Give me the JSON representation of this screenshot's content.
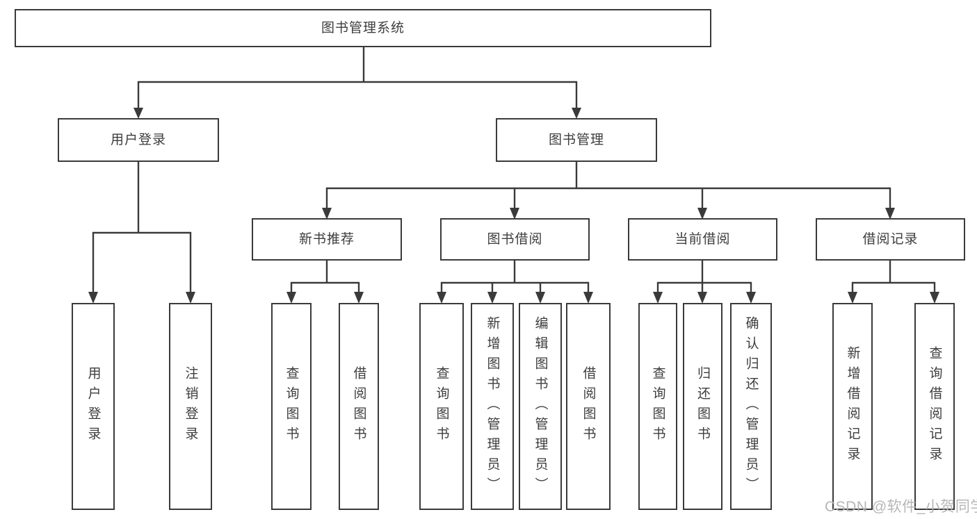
{
  "diagram": {
    "type": "hierarchy-tree",
    "title": "图书管理系统",
    "watermark": "CSDN @软件_小贺同学",
    "colors": {
      "line": "#3a3a3a",
      "text": "#3d3d3d",
      "box_background": "#ffffff",
      "watermark": "#b2b2b2"
    },
    "nodes": {
      "root": {
        "label": "图书管理系统"
      },
      "login": {
        "label": "用户登录"
      },
      "mgmt": {
        "label": "图书管理"
      },
      "login_user": {
        "label": "用户登录"
      },
      "login_logout": {
        "label": "注销登录"
      },
      "rec": {
        "label": "新书推荐"
      },
      "borrow": {
        "label": "图书借阅"
      },
      "current": {
        "label": "当前借阅"
      },
      "records": {
        "label": "借阅记录"
      },
      "rec_query": {
        "label": "查询图书"
      },
      "rec_borrow": {
        "label": "借阅图书"
      },
      "borrow_query": {
        "label": "查询图书"
      },
      "borrow_add": {
        "label": "新增图书（管理员）"
      },
      "borrow_edit": {
        "label": "编辑图书（管理员）"
      },
      "borrow_borrow": {
        "label": "借阅图书"
      },
      "cur_query": {
        "label": "查询图书"
      },
      "cur_return": {
        "label": "归还图书"
      },
      "cur_confirm": {
        "label": "确认归还（管理员）"
      },
      "rcd_add": {
        "label": "新增借阅记录"
      },
      "rcd_query": {
        "label": "查询借阅记录"
      }
    },
    "edges": [
      [
        "root",
        "login"
      ],
      [
        "root",
        "mgmt"
      ],
      [
        "login",
        "login_user"
      ],
      [
        "login",
        "login_logout"
      ],
      [
        "mgmt",
        "rec"
      ],
      [
        "mgmt",
        "borrow"
      ],
      [
        "mgmt",
        "current"
      ],
      [
        "mgmt",
        "records"
      ],
      [
        "rec",
        "rec_query"
      ],
      [
        "rec",
        "rec_borrow"
      ],
      [
        "borrow",
        "borrow_query"
      ],
      [
        "borrow",
        "borrow_add"
      ],
      [
        "borrow",
        "borrow_edit"
      ],
      [
        "borrow",
        "borrow_borrow"
      ],
      [
        "current",
        "cur_query"
      ],
      [
        "current",
        "cur_return"
      ],
      [
        "current",
        "cur_confirm"
      ],
      [
        "records",
        "rcd_add"
      ],
      [
        "records",
        "rcd_query"
      ]
    ]
  }
}
